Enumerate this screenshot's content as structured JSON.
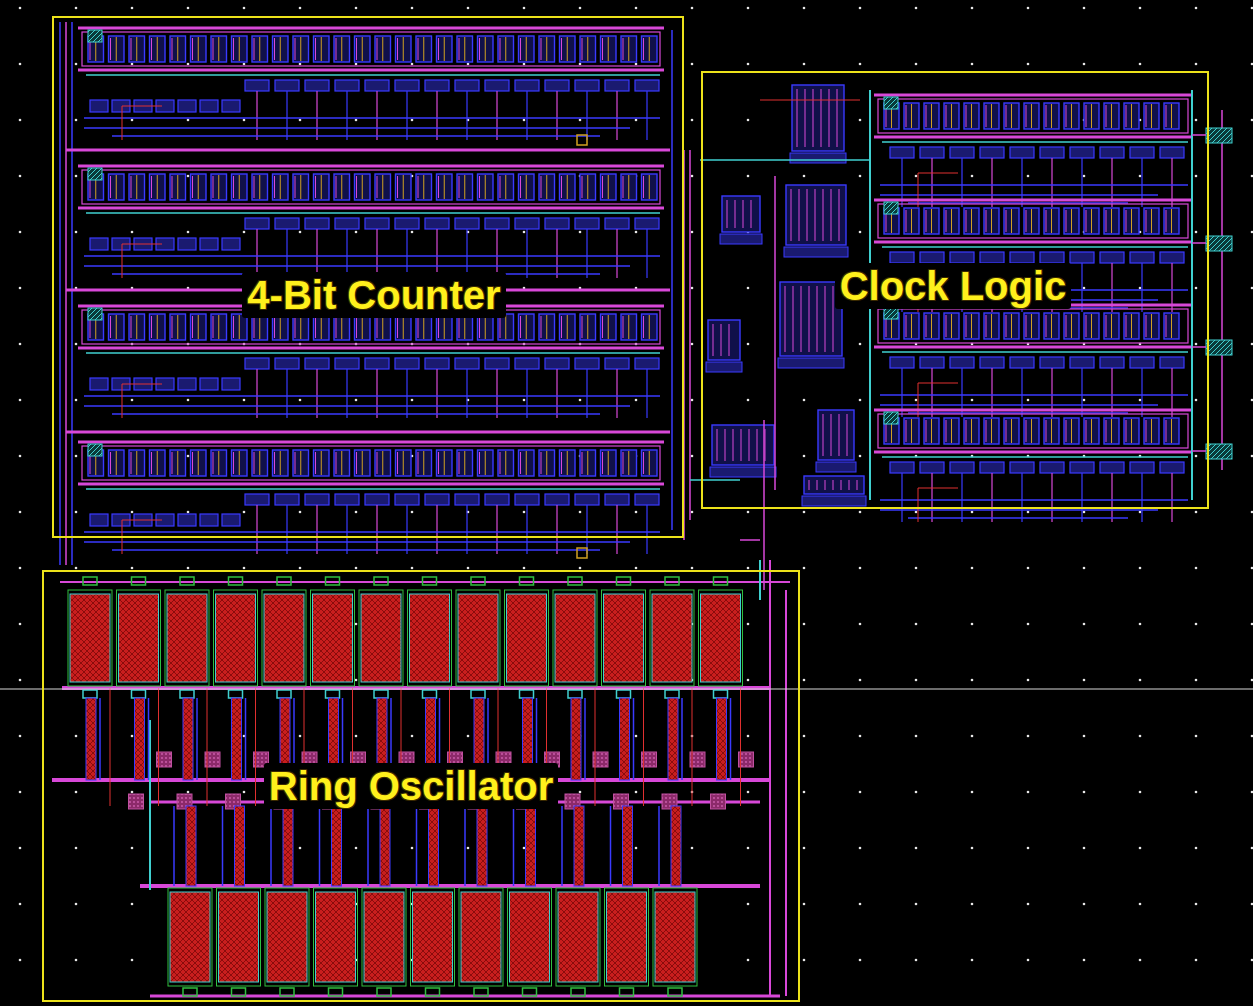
{
  "diagram": {
    "nodes": [
      {
        "text": [
          "4-Bit Counter"
        ]
      },
      {
        "text": [
          "Clock Logic"
        ]
      },
      {
        "text": [
          "Ring Oscillator"
        ]
      }
    ]
  }
}
